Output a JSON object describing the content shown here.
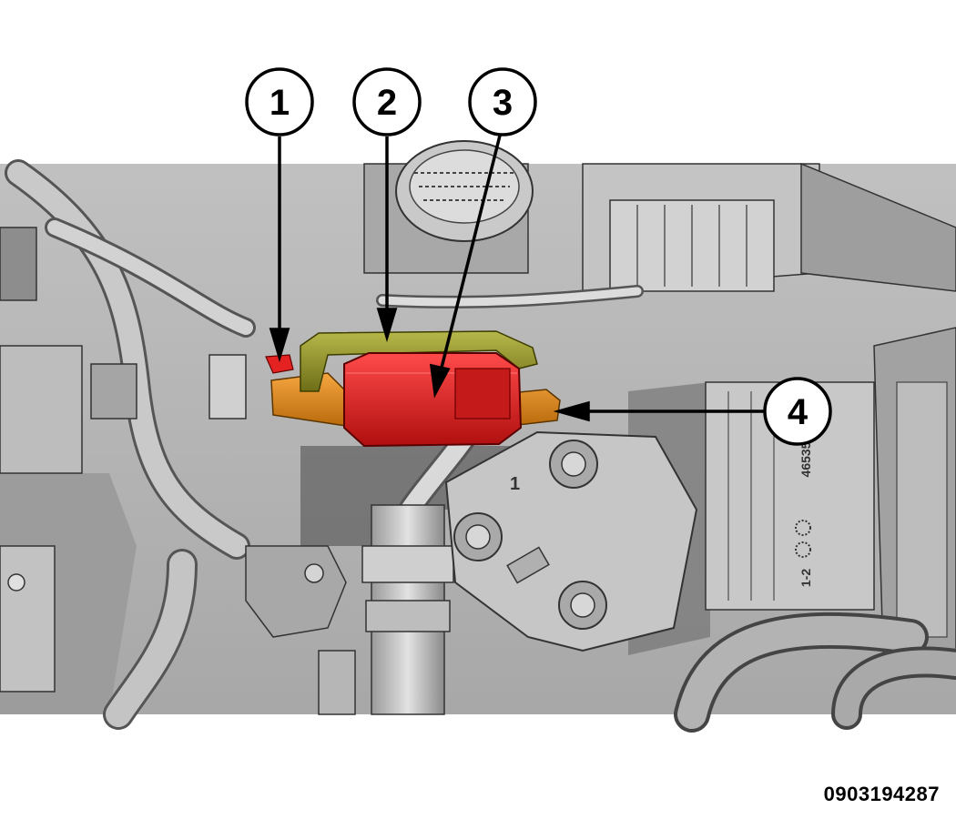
{
  "figure": {
    "id_label": "0903194287",
    "callouts": [
      {
        "number": "1"
      },
      {
        "number": "2"
      },
      {
        "number": "3"
      },
      {
        "number": "4"
      }
    ],
    "engraved_text": {
      "part_mark": "1",
      "part_number": "46535",
      "sequence": "1-2"
    },
    "colors": {
      "highlight_red": "#e01f1f",
      "highlight_olive": "#8a8a26",
      "highlight_orange": "#e08a1a",
      "background_gray": "#b8b8b8"
    }
  }
}
